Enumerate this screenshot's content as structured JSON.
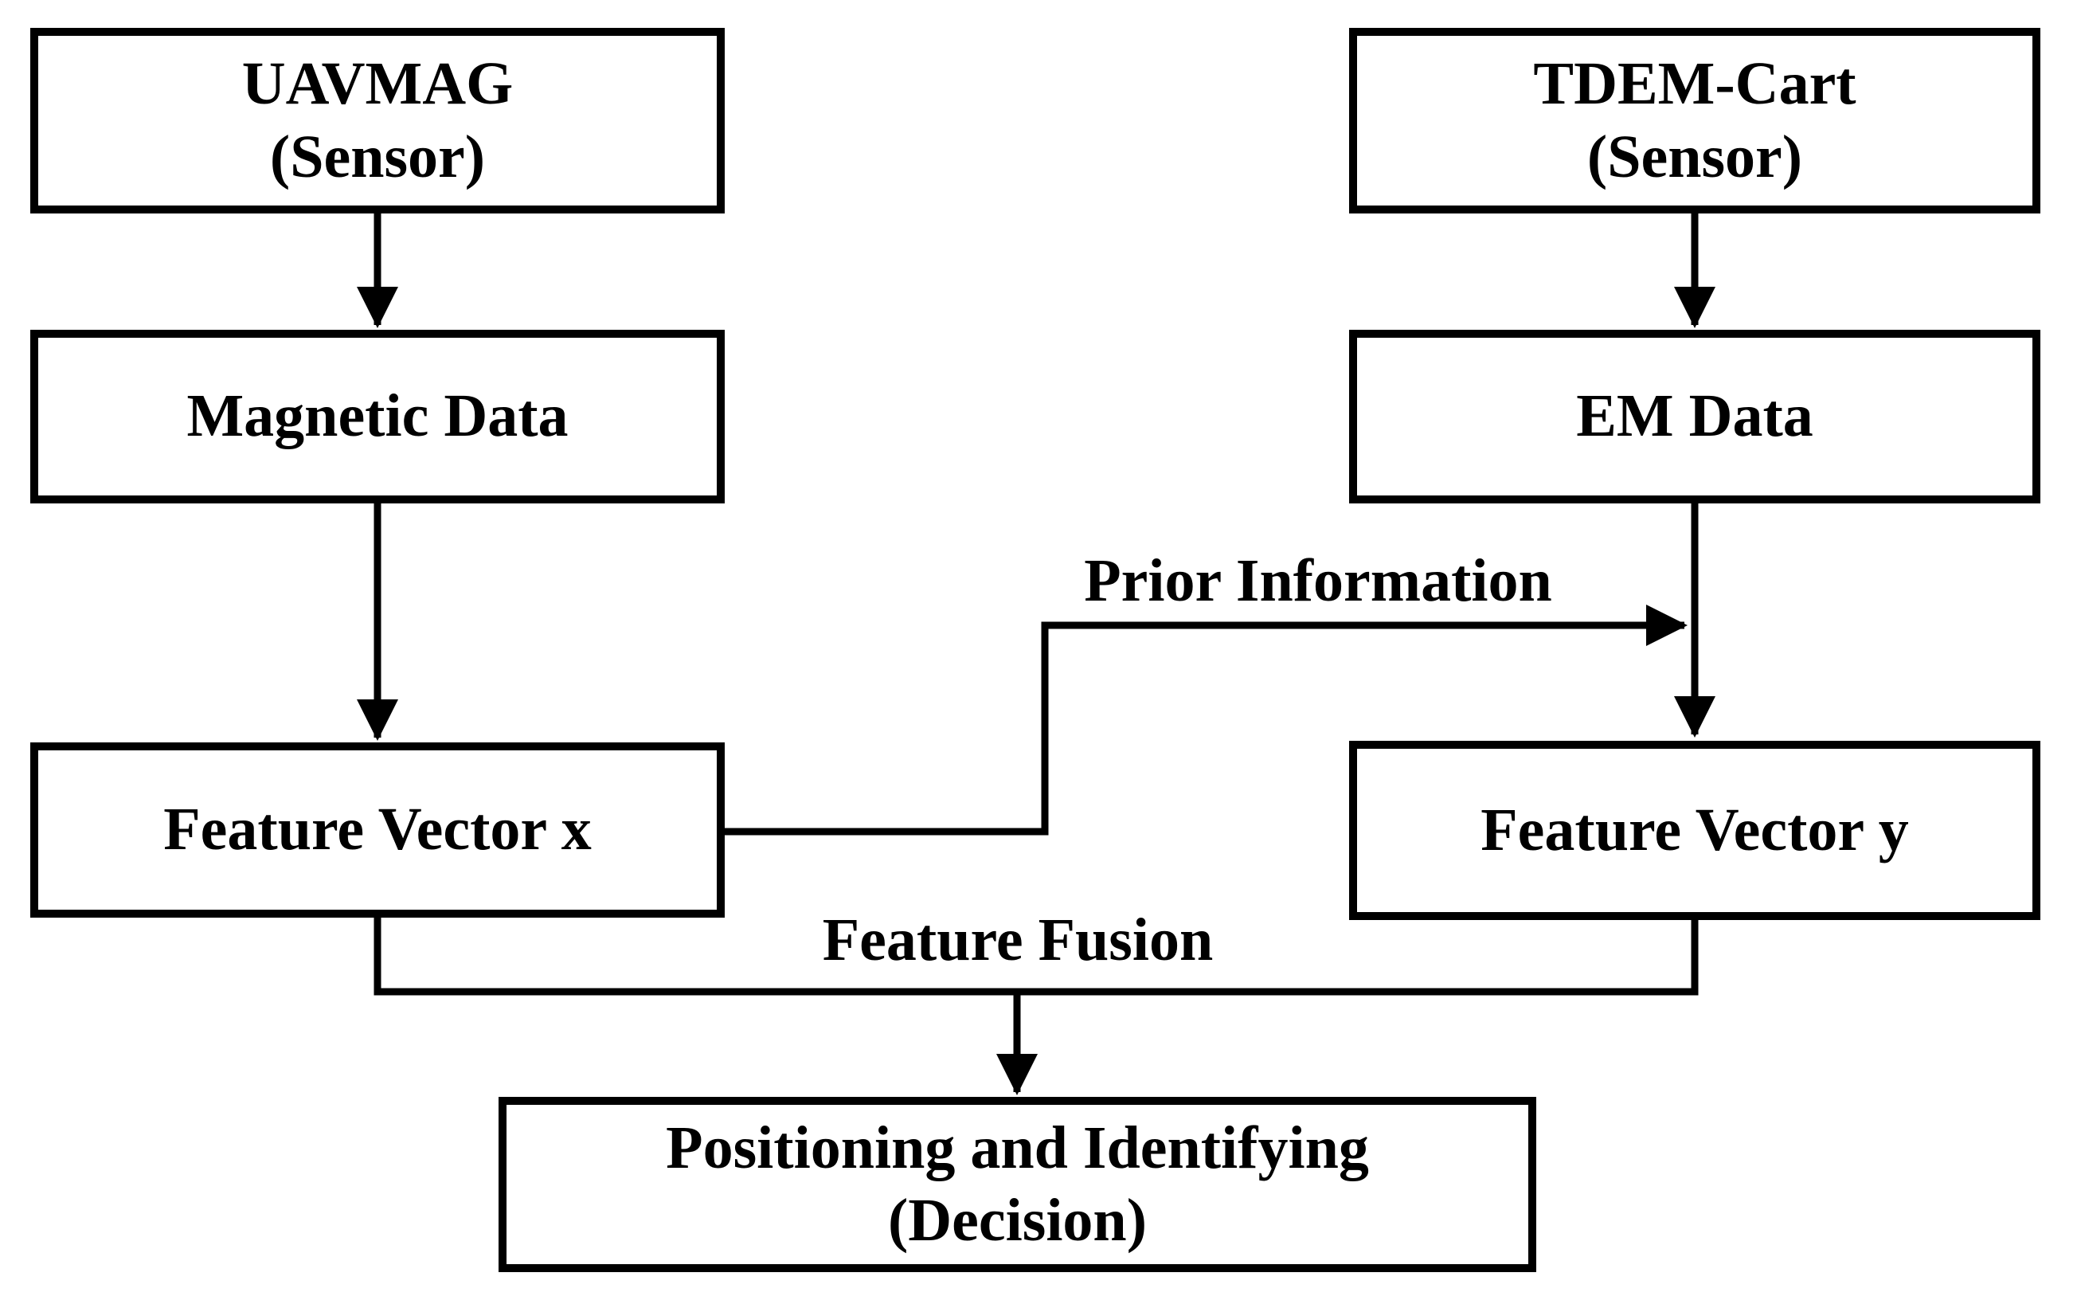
{
  "page": {
    "background_color": "#ffffff"
  },
  "diagram": {
    "stroke_color": "#000000",
    "text_color": "#000000",
    "nodes": {
      "uavmag": {
        "line1": "UAVMAG",
        "line2": "(Sensor)"
      },
      "tdem_cart": {
        "line1": "TDEM-Cart",
        "line2": "(Sensor)"
      },
      "magnetic_data": {
        "label": "Magnetic Data"
      },
      "em_data": {
        "label": "EM Data"
      },
      "feature_vector_x": {
        "label": "Feature Vector x"
      },
      "feature_vector_y": {
        "label": "Feature Vector y"
      },
      "decision": {
        "line1": "Positioning and Identifying",
        "line2": "(Decision)"
      }
    },
    "edge_labels": {
      "prior_information": "Prior Information",
      "feature_fusion": "Feature Fusion"
    }
  }
}
